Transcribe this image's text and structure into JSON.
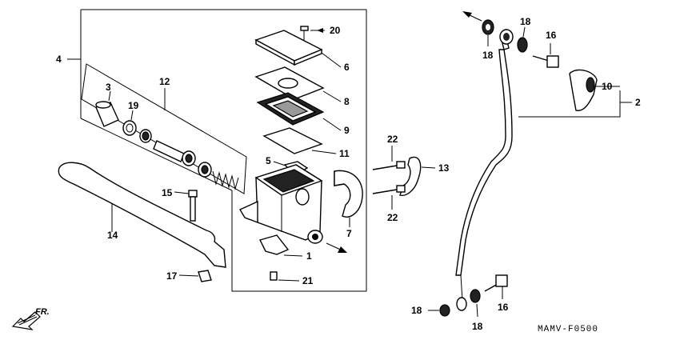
{
  "labels": {
    "p1": "1",
    "p2": "2",
    "p3": "3",
    "p4": "4",
    "p5": "5",
    "p6": "6",
    "p7": "7",
    "p8": "8",
    "p9": "9",
    "p10": "10",
    "p11": "11",
    "p12": "12",
    "p13": "13",
    "p14": "14",
    "p15": "15",
    "p16a": "16",
    "p16b": "16",
    "p17": "17",
    "p18a": "18",
    "p18b": "18",
    "p18c": "18",
    "p18d": "18",
    "p19": "19",
    "p20": "20",
    "p21": "21",
    "p22a": "22",
    "p22b": "22"
  },
  "direction_label": "FR.",
  "diagram_code": "MAMV-F0500"
}
